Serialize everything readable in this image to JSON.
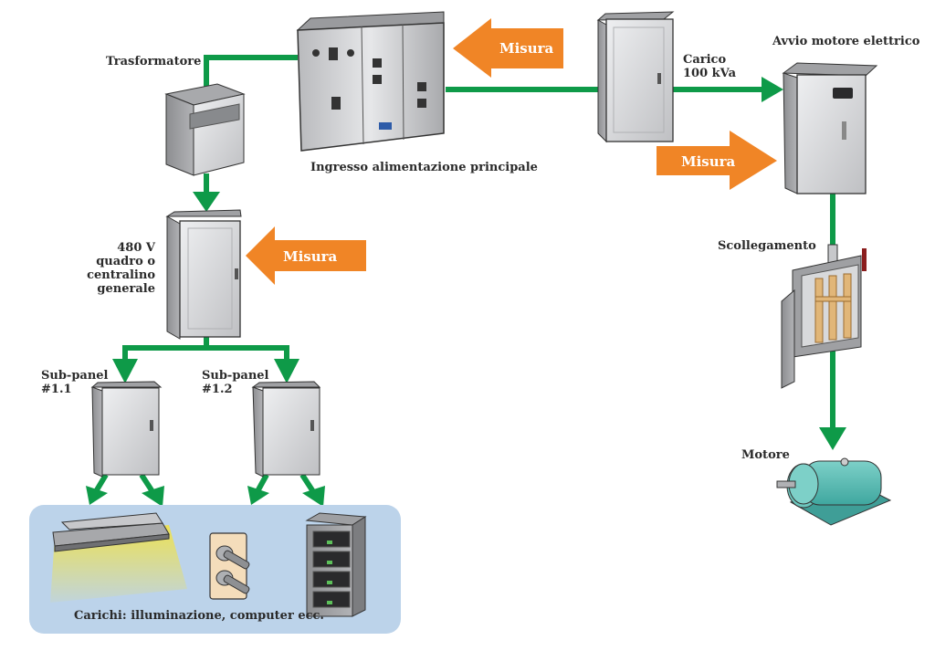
{
  "colors": {
    "flow_line": "#0e9a48",
    "measure_arrow": "#f08526",
    "loads_panel_bg": "#bcd3ea",
    "cabinet_gray": "#c9cacc",
    "motor_teal": "#5fbdb5"
  },
  "labels": {
    "transformer": "Trasformatore",
    "main_power": "Ingresso alimentazione principale",
    "load": [
      "Carico",
      "100 kVa"
    ],
    "motor_starter": "Avvio motore elettrico",
    "main_panel": [
      "480 V",
      "quadro o",
      "centralino",
      "generale"
    ],
    "disconnect": "Scollegamento",
    "subpanel_1": [
      "Sub-panel",
      "#1.1"
    ],
    "subpanel_2": [
      "Sub-panel",
      "#1.2"
    ],
    "motor": "Motore",
    "loads_caption": "Carichi: illuminazione, computer ecc."
  },
  "measure_arrows": [
    {
      "label": "Misura",
      "target": "main-power-switchgear",
      "direction": "left"
    },
    {
      "label": "Misura",
      "target": "motor-starter",
      "direction": "right"
    },
    {
      "label": "Misura",
      "target": "main-panel-480v",
      "direction": "left"
    }
  ],
  "icons": {
    "transformer": "transformer-icon",
    "switchgear": "switchgear-icon",
    "load_panel": "electrical-cabinet-icon",
    "motor_starter": "motor-starter-cabinet-icon",
    "main_panel": "electrical-panel-icon",
    "subpanel": "subpanel-icon",
    "disconnect": "disconnect-switch-icon",
    "motor": "electric-motor-icon",
    "light": "light-fixture-icon",
    "outlet": "power-outlet-icon",
    "server": "server-rack-icon"
  }
}
